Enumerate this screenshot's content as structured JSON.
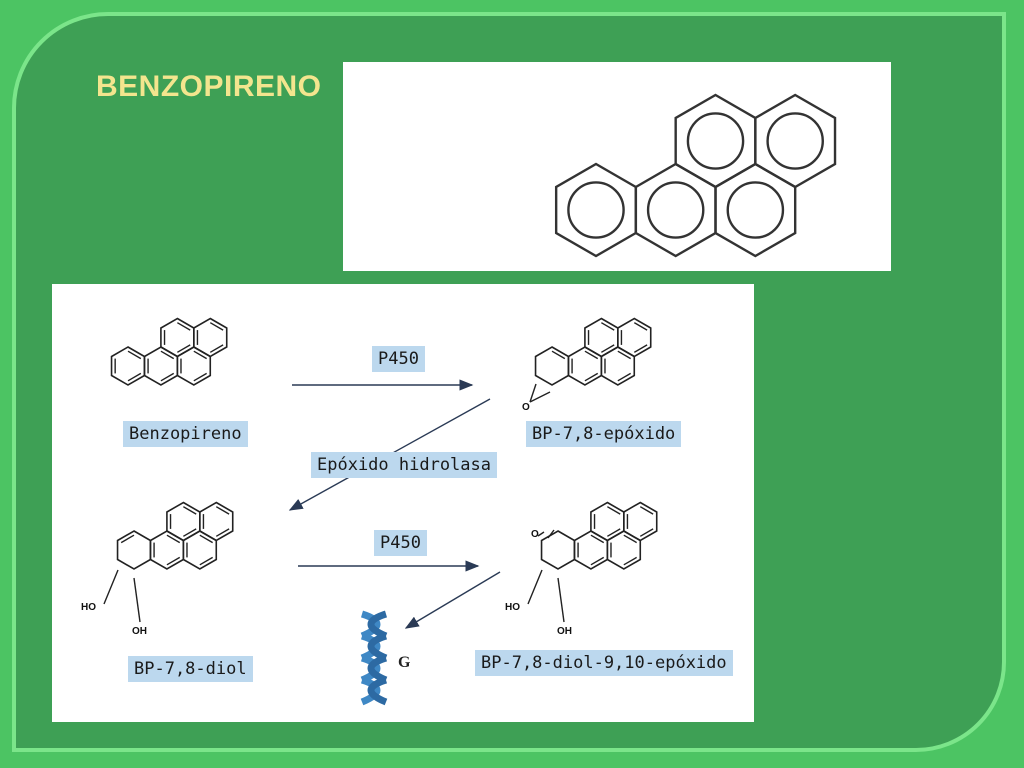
{
  "slide": {
    "title": "BENZOPIRENO"
  },
  "pathway": {
    "enzyme_1": "P450",
    "enzyme_2": "Epóxido hidrolasa",
    "enzyme_3": "P450",
    "compound_1": "Benzopireno",
    "compound_2": "BP-7,8-epóxido",
    "compound_3": "BP-7,8-diol",
    "compound_4": "BP-7,8-diol-9,10-epóxido",
    "dna_base": "G",
    "atoms": {
      "epoxide_o_1": "O",
      "epoxide_o_2": "O",
      "ho_1": "HO",
      "oh_1": "OH",
      "ho_2": "HO",
      "oh_2": "OH"
    }
  },
  "colors": {
    "background": "#4cc463",
    "slide": "#3ea055",
    "title": "#f3e58e",
    "label_bg": "#bcd8ee",
    "dna_blue": "#3f88c5"
  }
}
